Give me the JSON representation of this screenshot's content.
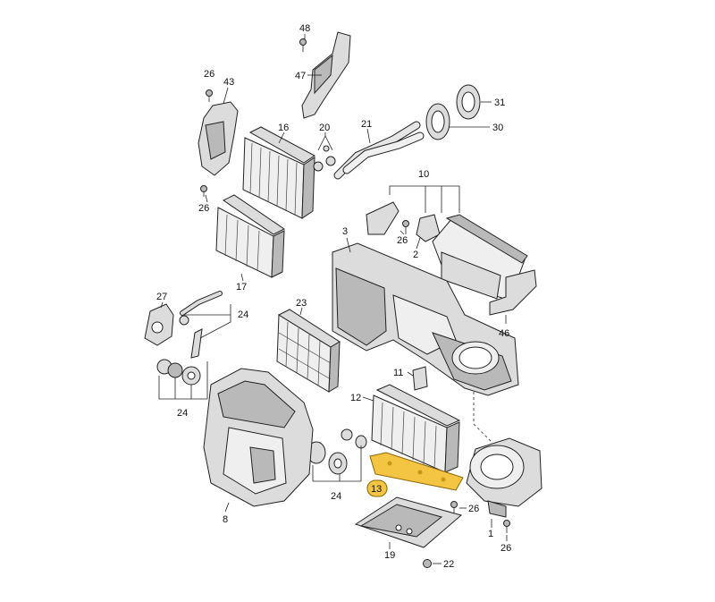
{
  "diagram": {
    "labels": [
      "48",
      "47",
      "26",
      "43",
      "16",
      "20",
      "21",
      "31",
      "30",
      "26",
      "10",
      "17",
      "3",
      "26",
      "2",
      "27",
      "24",
      "23",
      "46",
      "24",
      "11",
      "12",
      "24",
      "13",
      "26",
      "8",
      "1",
      "26",
      "19",
      "22"
    ],
    "highlight_label": "13",
    "colors": {
      "highlight_fill": "#f4c542",
      "highlight_label_bg": "#f4c542",
      "line": "#222222",
      "part_fill": "#dcdcdc"
    }
  }
}
